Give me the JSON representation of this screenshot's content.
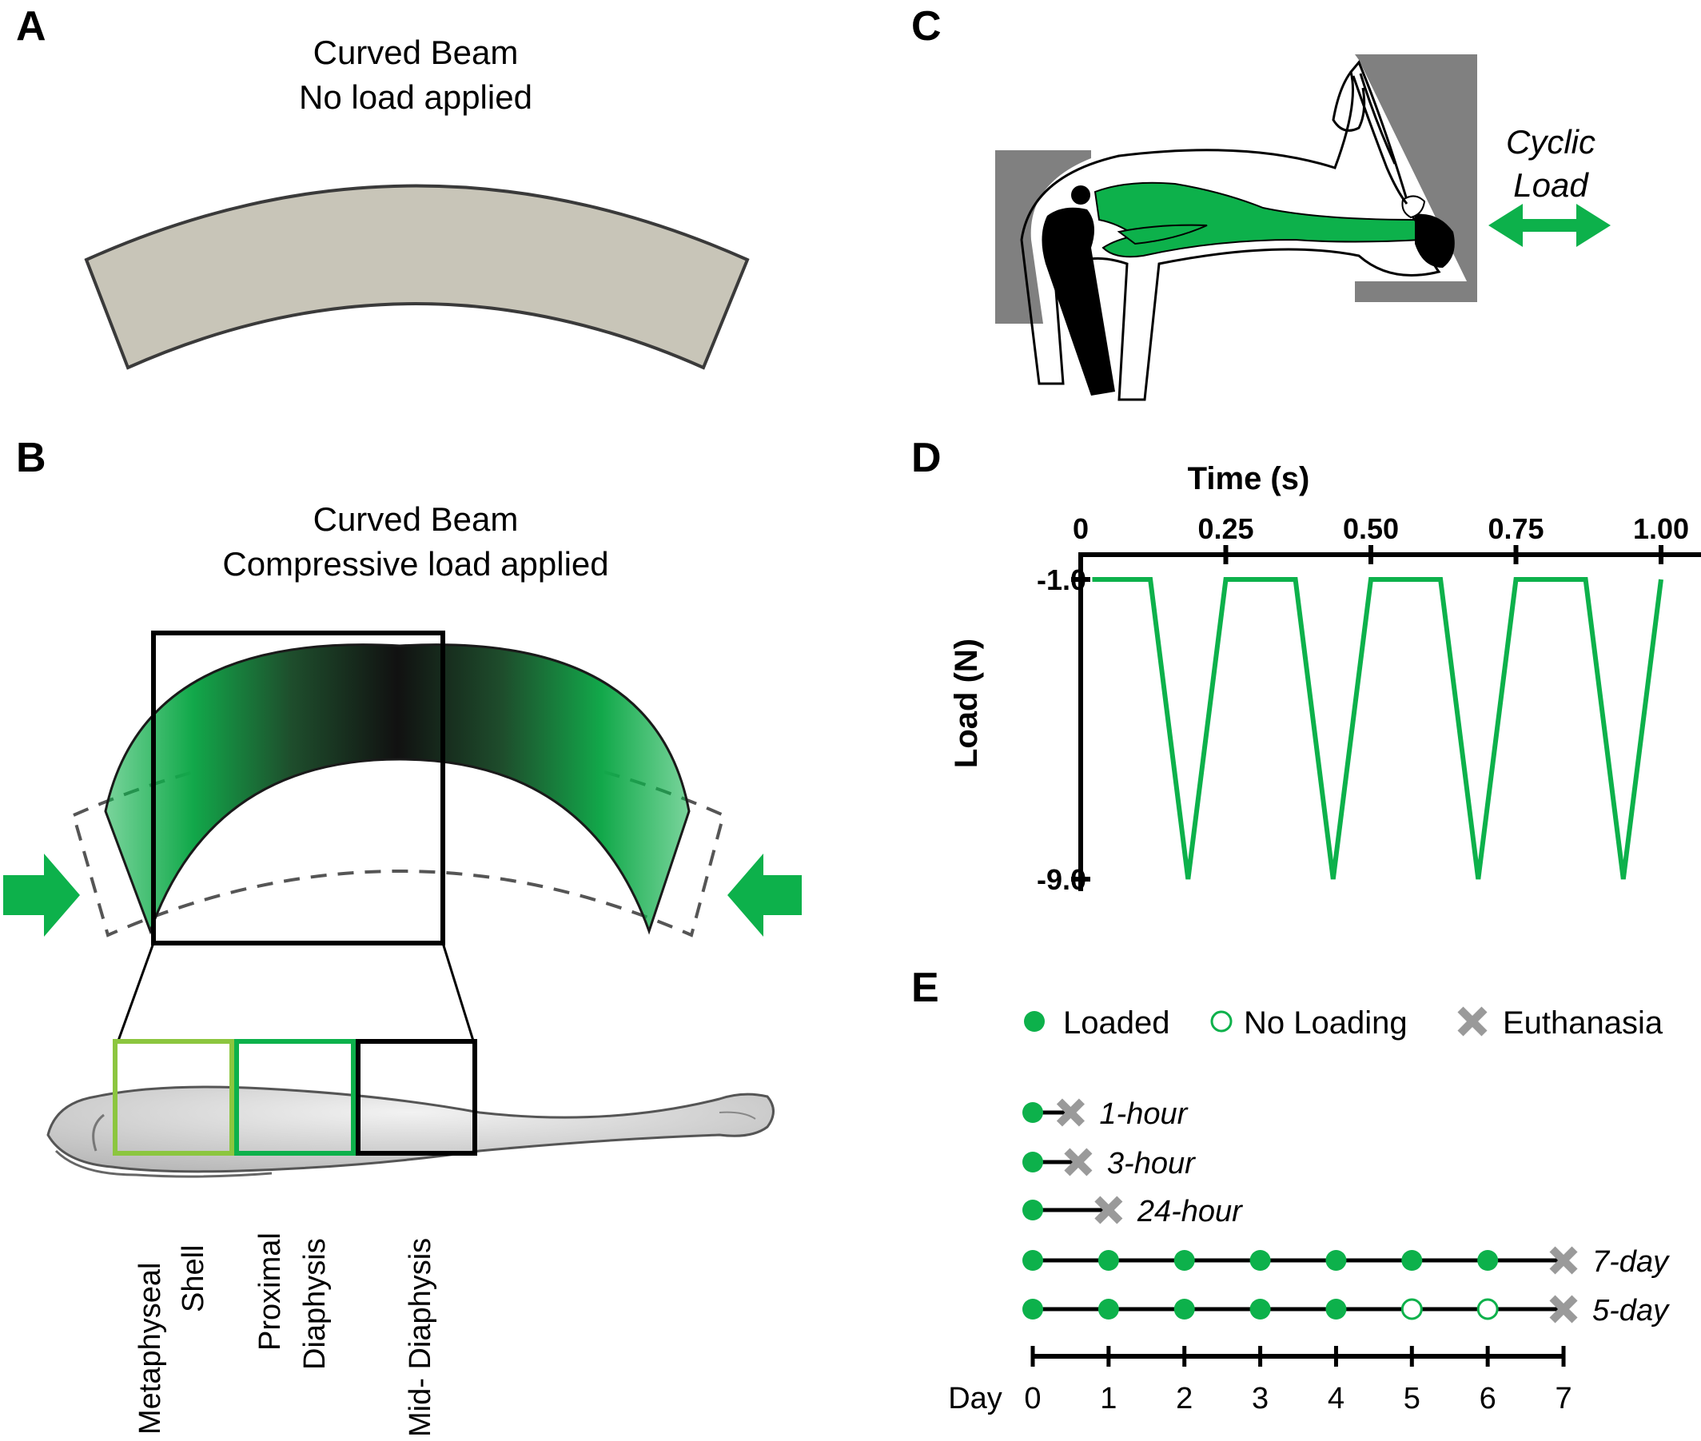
{
  "colors": {
    "green": "#0DB14B",
    "light_green": "#8CC63F",
    "beam_gray": "#C8C5B8",
    "fixture_gray": "#808080",
    "x_gray": "#9A9A9A"
  },
  "panel_a": {
    "letter": "A",
    "title_line1": "Curved Beam",
    "title_line2": "No load applied"
  },
  "panel_b": {
    "letter": "B",
    "title_line1": "Curved Beam",
    "title_line2": "Compressive load applied",
    "regions": {
      "metaphyseal_line1": "Metaphyseal",
      "metaphyseal_line2": "Shell",
      "proximal_line1": "Proximal",
      "proximal_line2": "Diaphysis",
      "mid": "Mid- Diaphysis"
    }
  },
  "panel_c": {
    "letter": "C",
    "label_line1": "Cyclic",
    "label_line2": "Load"
  },
  "panel_d": {
    "letter": "D"
  },
  "chart_data": {
    "type": "line",
    "xlabel": "Time (s)",
    "ylabel": "Load (N)",
    "xlim": [
      0,
      1.0
    ],
    "ylim": [
      -9.0,
      -1.0
    ],
    "x_ticks": [
      "0",
      "0.25",
      "0.50",
      "0.75",
      "1.00"
    ],
    "y_ticks": [
      "-1.0",
      "-9.0"
    ],
    "series": [
      {
        "x": [
          0.02,
          0.12,
          0.185,
          0.25,
          0.37,
          0.435,
          0.5,
          0.62,
          0.685,
          0.75,
          0.87,
          0.935,
          1.0
        ],
        "y": [
          -1.0,
          -1.0,
          -9.0,
          -1.0,
          -1.0,
          -9.0,
          -1.0,
          -1.0,
          -9.0,
          -1.0,
          -1.0,
          -9.0,
          -1.0
        ]
      }
    ]
  },
  "panel_e": {
    "letter": "E",
    "legend": {
      "loaded": "Loaded",
      "no_loading": "No Loading",
      "euthanasia": "Euthanasia"
    },
    "groups": [
      {
        "label": "1-hour",
        "loaded_days": [
          0
        ],
        "unloaded_days": [],
        "end_day": 0.5
      },
      {
        "label": "3-hour",
        "loaded_days": [
          0
        ],
        "unloaded_days": [],
        "end_day": 0.6
      },
      {
        "label": "24-hour",
        "loaded_days": [
          0
        ],
        "unloaded_days": [],
        "end_day": 1
      },
      {
        "label": "7-day",
        "loaded_days": [
          0,
          1,
          2,
          3,
          4,
          5,
          6
        ],
        "unloaded_days": [],
        "end_day": 7
      },
      {
        "label": "5-day",
        "loaded_days": [
          0,
          1,
          2,
          3,
          4
        ],
        "unloaded_days": [
          5,
          6
        ],
        "end_day": 7
      }
    ],
    "axis_word": "Day",
    "days": [
      "0",
      "1",
      "2",
      "3",
      "4",
      "5",
      "6",
      "7"
    ]
  }
}
